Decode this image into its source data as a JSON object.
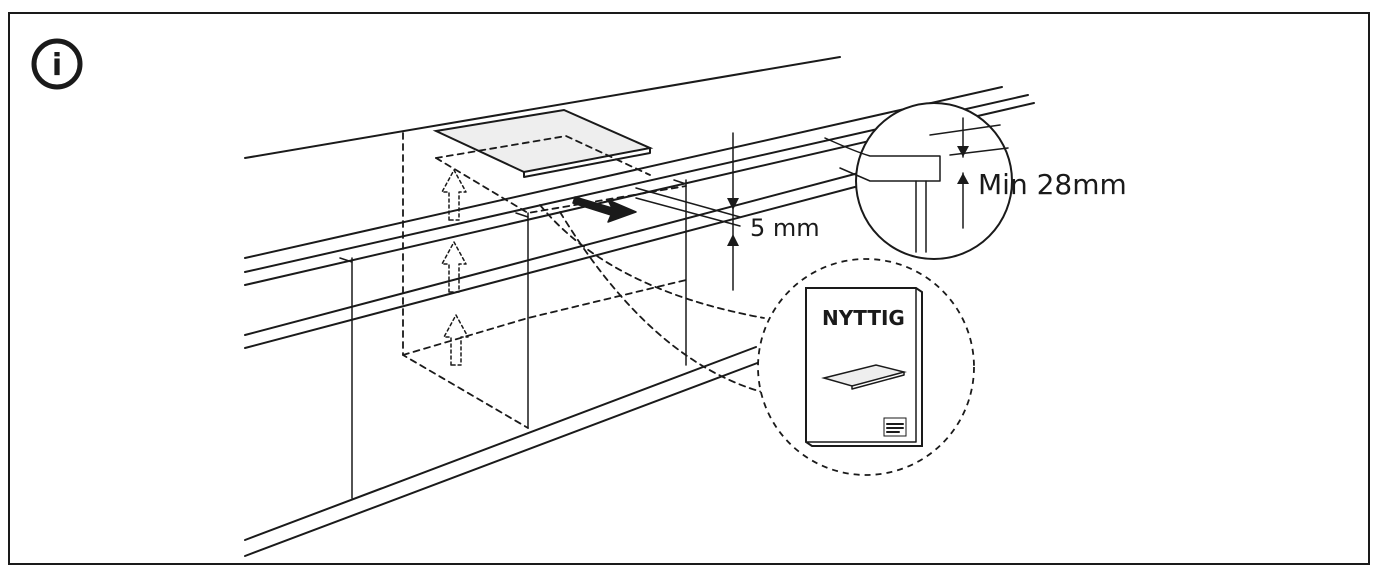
{
  "labels": {
    "info_glyph": "i",
    "gap_dimension": "5 mm",
    "min_thickness": "Min 28mm",
    "booklet_title": "NYTTIG"
  },
  "icons": {
    "info": "info-circle-icon",
    "arrow": "arrow-icon",
    "up_arrow": "dashed-up-arrow-icon",
    "booklet": "booklet-icon",
    "logo": "ikea-logo-icon"
  },
  "colors": {
    "line": "#1a1a1a",
    "panel_fill": "#eeeeee",
    "background": "#ffffff"
  }
}
